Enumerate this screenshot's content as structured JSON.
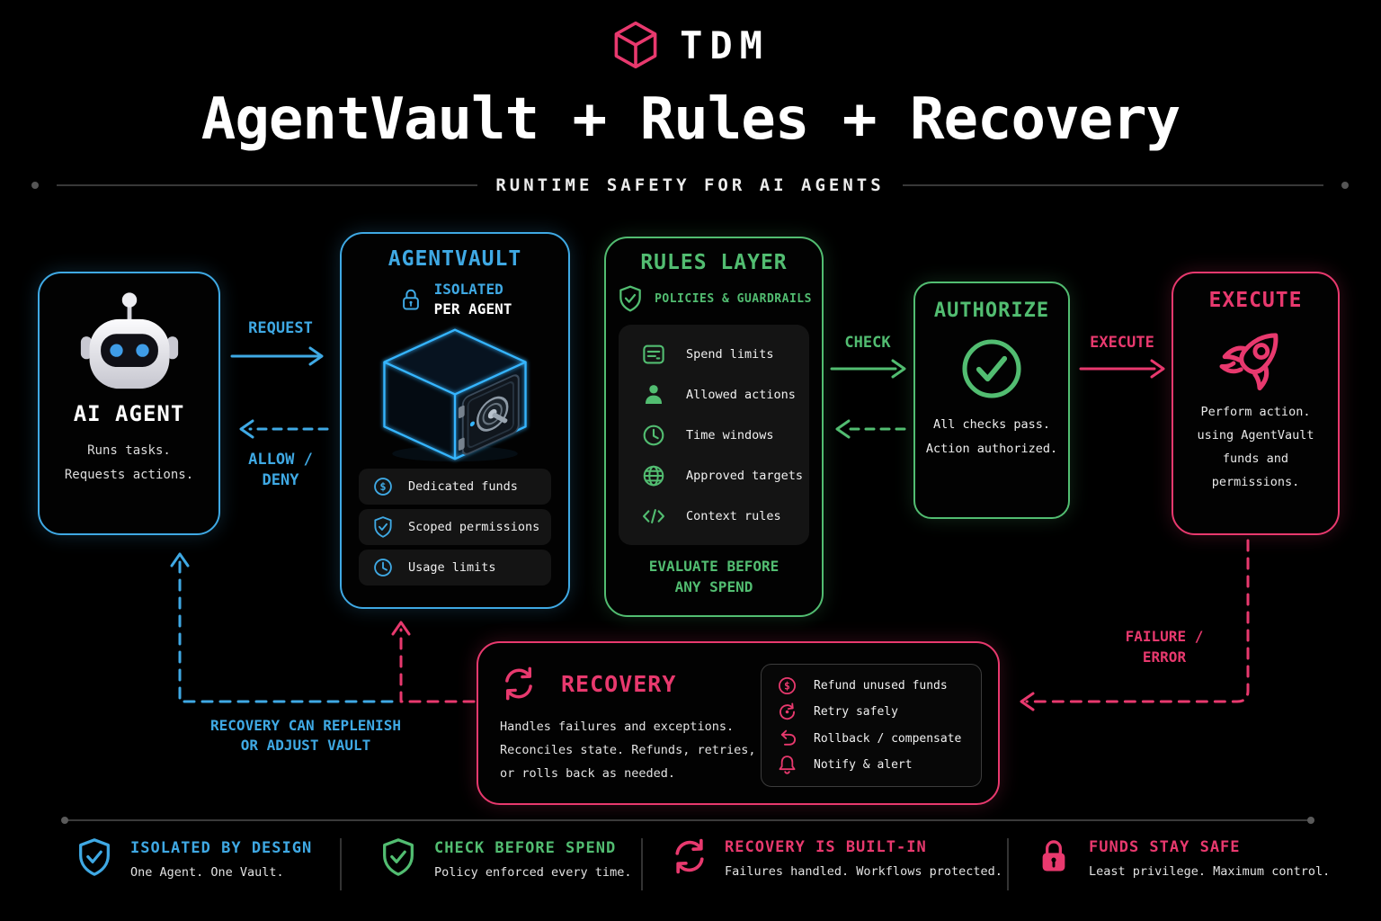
{
  "palette": {
    "blue": "#3fa9e4",
    "green": "#52bd71",
    "pink": "#e8396e",
    "background": "#000000"
  },
  "header": {
    "brand": "TDM",
    "title": "AgentVault + Rules + Recovery",
    "subtitle": "RUNTIME SAFETY FOR AI AGENTS"
  },
  "agent": {
    "title": "AI AGENT",
    "line1": "Runs tasks.",
    "line2": "Requests actions."
  },
  "flow": {
    "request": "REQUEST",
    "allow_deny1": "ALLOW /",
    "allow_deny2": "DENY",
    "check": "CHECK",
    "execute": "EXECUTE",
    "failure1": "FAILURE /",
    "failure2": "ERROR",
    "replenish1": "RECOVERY CAN REPLENISH",
    "replenish2": "OR ADJUST VAULT"
  },
  "vault": {
    "title": "AGENTVAULT",
    "badge1": "ISOLATED",
    "badge2": "PER AGENT",
    "items": [
      {
        "icon": "dollar-circle-icon",
        "label": "Dedicated funds"
      },
      {
        "icon": "shield-check-icon",
        "label": "Scoped permissions"
      },
      {
        "icon": "clock-icon",
        "label": "Usage limits"
      }
    ]
  },
  "rules": {
    "title": "RULES LAYER",
    "badge": "POLICIES & GUARDRAILS",
    "items": [
      {
        "icon": "spend-limits-icon",
        "label": "Spend limits"
      },
      {
        "icon": "person-icon",
        "label": "Allowed actions"
      },
      {
        "icon": "clock-icon",
        "label": "Time windows"
      },
      {
        "icon": "globe-icon",
        "label": "Approved targets"
      },
      {
        "icon": "code-icon",
        "label": "Context rules"
      }
    ],
    "note1": "EVALUATE BEFORE",
    "note2": "ANY SPEND"
  },
  "authorize": {
    "title": "AUTHORIZE",
    "line1": "All checks pass.",
    "line2": "Action authorized."
  },
  "execute": {
    "title": "EXECUTE",
    "lines": [
      "Perform action.",
      "using AgentVault",
      "funds and",
      "permissions."
    ]
  },
  "recovery": {
    "title": "RECOVERY",
    "lines": [
      "Handles failures and exceptions.",
      "Reconciles state. Refunds, retries,",
      "or rolls back as needed."
    ],
    "items": [
      {
        "icon": "dollar-circle-icon",
        "label": "Refund unused funds"
      },
      {
        "icon": "retry-icon",
        "label": "Retry safely"
      },
      {
        "icon": "rollback-icon",
        "label": "Rollback / compensate"
      },
      {
        "icon": "bell-icon",
        "label": "Notify & alert"
      }
    ]
  },
  "footer": {
    "items": [
      {
        "icon": "shield-check-icon",
        "title": "ISOLATED BY DESIGN",
        "subtitle": "One Agent. One Vault."
      },
      {
        "icon": "shield-check-icon",
        "title": "CHECK BEFORE SPEND",
        "subtitle": "Policy enforced every time."
      },
      {
        "icon": "sync-icon",
        "title": "RECOVERY IS BUILT-IN",
        "subtitle": "Failures handled. Workflows protected."
      },
      {
        "icon": "lock-icon",
        "title": "FUNDS STAY SAFE",
        "subtitle": "Least privilege. Maximum control."
      }
    ]
  }
}
